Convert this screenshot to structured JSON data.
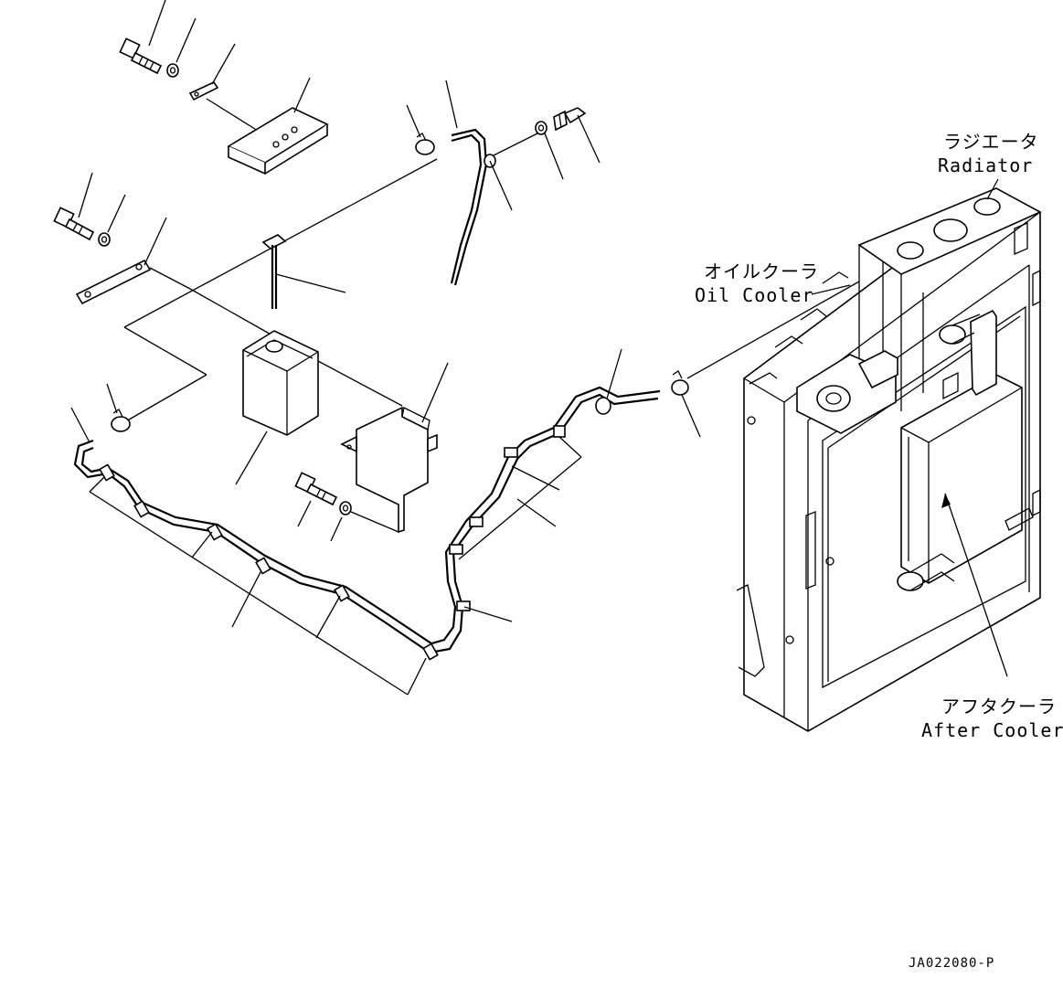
{
  "labels": {
    "radiator_jp": "ラジエータ",
    "radiator_en": "Radiator",
    "oil_cooler_jp": "オイルクーラ",
    "oil_cooler_en": "Oil Cooler",
    "after_cooler_jp": "アフタクーラ",
    "after_cooler_en": "After Cooler"
  },
  "drawing_code": "JA022080-P"
}
